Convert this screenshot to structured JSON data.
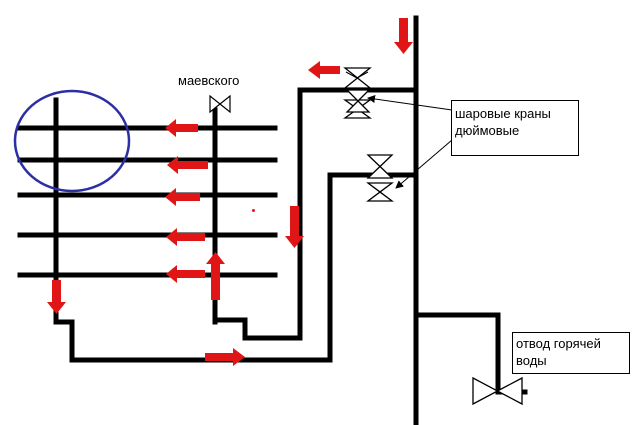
{
  "labels": {
    "mayevsky": "маевского",
    "ball_valves": "шаровые краны дюймовые",
    "hot_water": "отвод горячей воды"
  },
  "colors": {
    "pipe": "#000000",
    "arrow": "#e01616",
    "circle": "#2b2fa3",
    "valve": "#000000",
    "box_border": "#000000"
  },
  "icons": {
    "valve": "butterfly-valve-icon",
    "flow_arrow": "red-arrow-icon"
  }
}
